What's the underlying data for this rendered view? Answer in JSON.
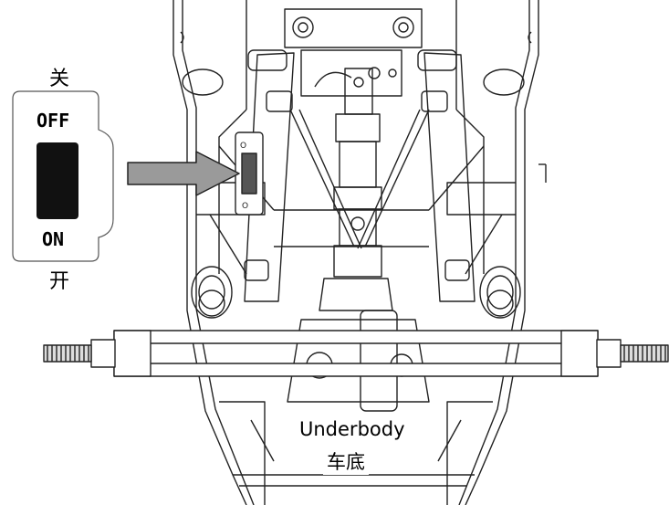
{
  "switch": {
    "off_label_en": "OFF",
    "off_label_zh": "关",
    "on_label_en": "ON",
    "on_label_zh": "开"
  },
  "location": {
    "label_en": "Underbody",
    "label_zh": "车底"
  },
  "colors": {
    "line": "#222222",
    "switch_body": "#111111",
    "arrow_fill": "#9a9a9a",
    "background": "#ffffff"
  }
}
